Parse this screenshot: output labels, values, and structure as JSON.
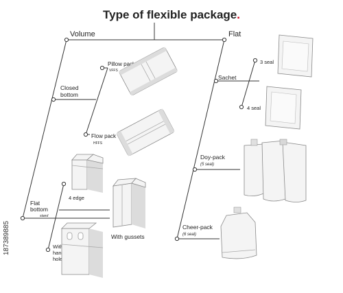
{
  "title": "Type of flexible package",
  "title_suffix": ".",
  "accent_color": "#d0021b",
  "branches": {
    "volume": "Volume",
    "flat": "Flat",
    "closed_bottom_line1": "Closed",
    "closed_bottom_line2": "bottom",
    "flat_bottom_line1": "Flat",
    "flat_bottom_line2": "bottom",
    "flat_bottom_sub": "stand",
    "sachet": "Sachet"
  },
  "items": {
    "pillow_pack": "Pillow pack",
    "pillow_pack_sub": "VFFS",
    "flow_pack": "Flow pack",
    "flow_pack_sub": "HFFS",
    "four_edge": "4 edge",
    "with_gussets": "With gussets",
    "with_handle_hole_line1": "With",
    "with_handle_hole_line2": "handle",
    "with_handle_hole_line3": "hole",
    "three_seal": "3 seal",
    "four_seal": "4 seal",
    "doy_pack": "Doy-pack",
    "doy_pack_sub": "(5 seal)",
    "cheer_pack": "Cheer-pack",
    "cheer_pack_sub": "(6 seal)"
  },
  "watermark_id": "187389885"
}
